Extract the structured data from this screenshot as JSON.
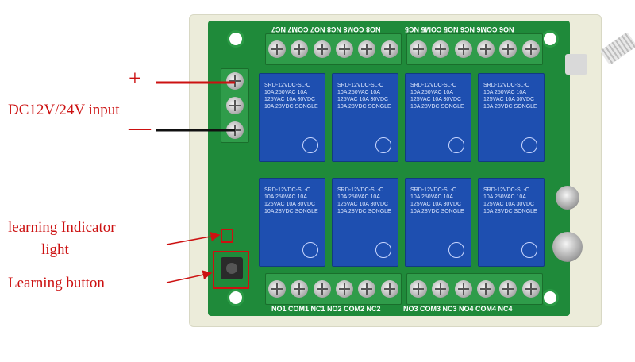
{
  "annotations": {
    "plus_symbol": "+",
    "minus_symbol": "—",
    "power_input": "DC12V/24V input",
    "learning_indicator_line1": "learning Indicator",
    "learning_indicator_line2": "light",
    "learning_button": "Learning button"
  },
  "silkscreen": {
    "top_left": "NO8 COM8 NC8 NO7 COM7 NC7",
    "top_right": "NO6 COM6 NC6 NO5 COM5 NC5",
    "bottom_left": "NO1 COM1 NC1 NO2 COM2 NC2",
    "bottom_right": "NO3 COM3 NC3 NO4 COM4 NC4"
  },
  "relays": [
    {
      "text": "SRD-12VDC-SL-C 10A 250VAC 10A 125VAC 10A 30VDC 10A 28VDC SONGLE"
    },
    {
      "text": "SRD-12VDC-SL-C 10A 250VAC 10A 125VAC 10A 30VDC 10A 28VDC SONGLE"
    },
    {
      "text": "SRD-12VDC-SL-C 10A 250VAC 10A 125VAC 10A 30VDC 10A 28VDC SONGLE"
    },
    {
      "text": "SRD-12VDC-SL-C 10A 250VAC 10A 125VAC 10A 30VDC 10A 28VDC SONGLE"
    },
    {
      "text": "SRD-12VDC-SL-C 10A 250VAC 10A 125VAC 10A 30VDC 10A 28VDC SONGLE"
    },
    {
      "text": "SRD-12VDC-SL-C 10A 250VAC 10A 125VAC 10A 30VDC 10A 28VDC SONGLE"
    },
    {
      "text": "SRD-12VDC-SL-C 10A 250VAC 10A 125VAC 10A 30VDC 10A 28VDC SONGLE"
    },
    {
      "text": "SRD-12VDC-SL-C 10A 250VAC 10A 125VAC 10A 30VDC 10A 28VDC SONGLE"
    }
  ],
  "colors": {
    "annotation": "#cc1111",
    "pcb": "#1f8a3a",
    "relay": "#1e4fb0"
  }
}
